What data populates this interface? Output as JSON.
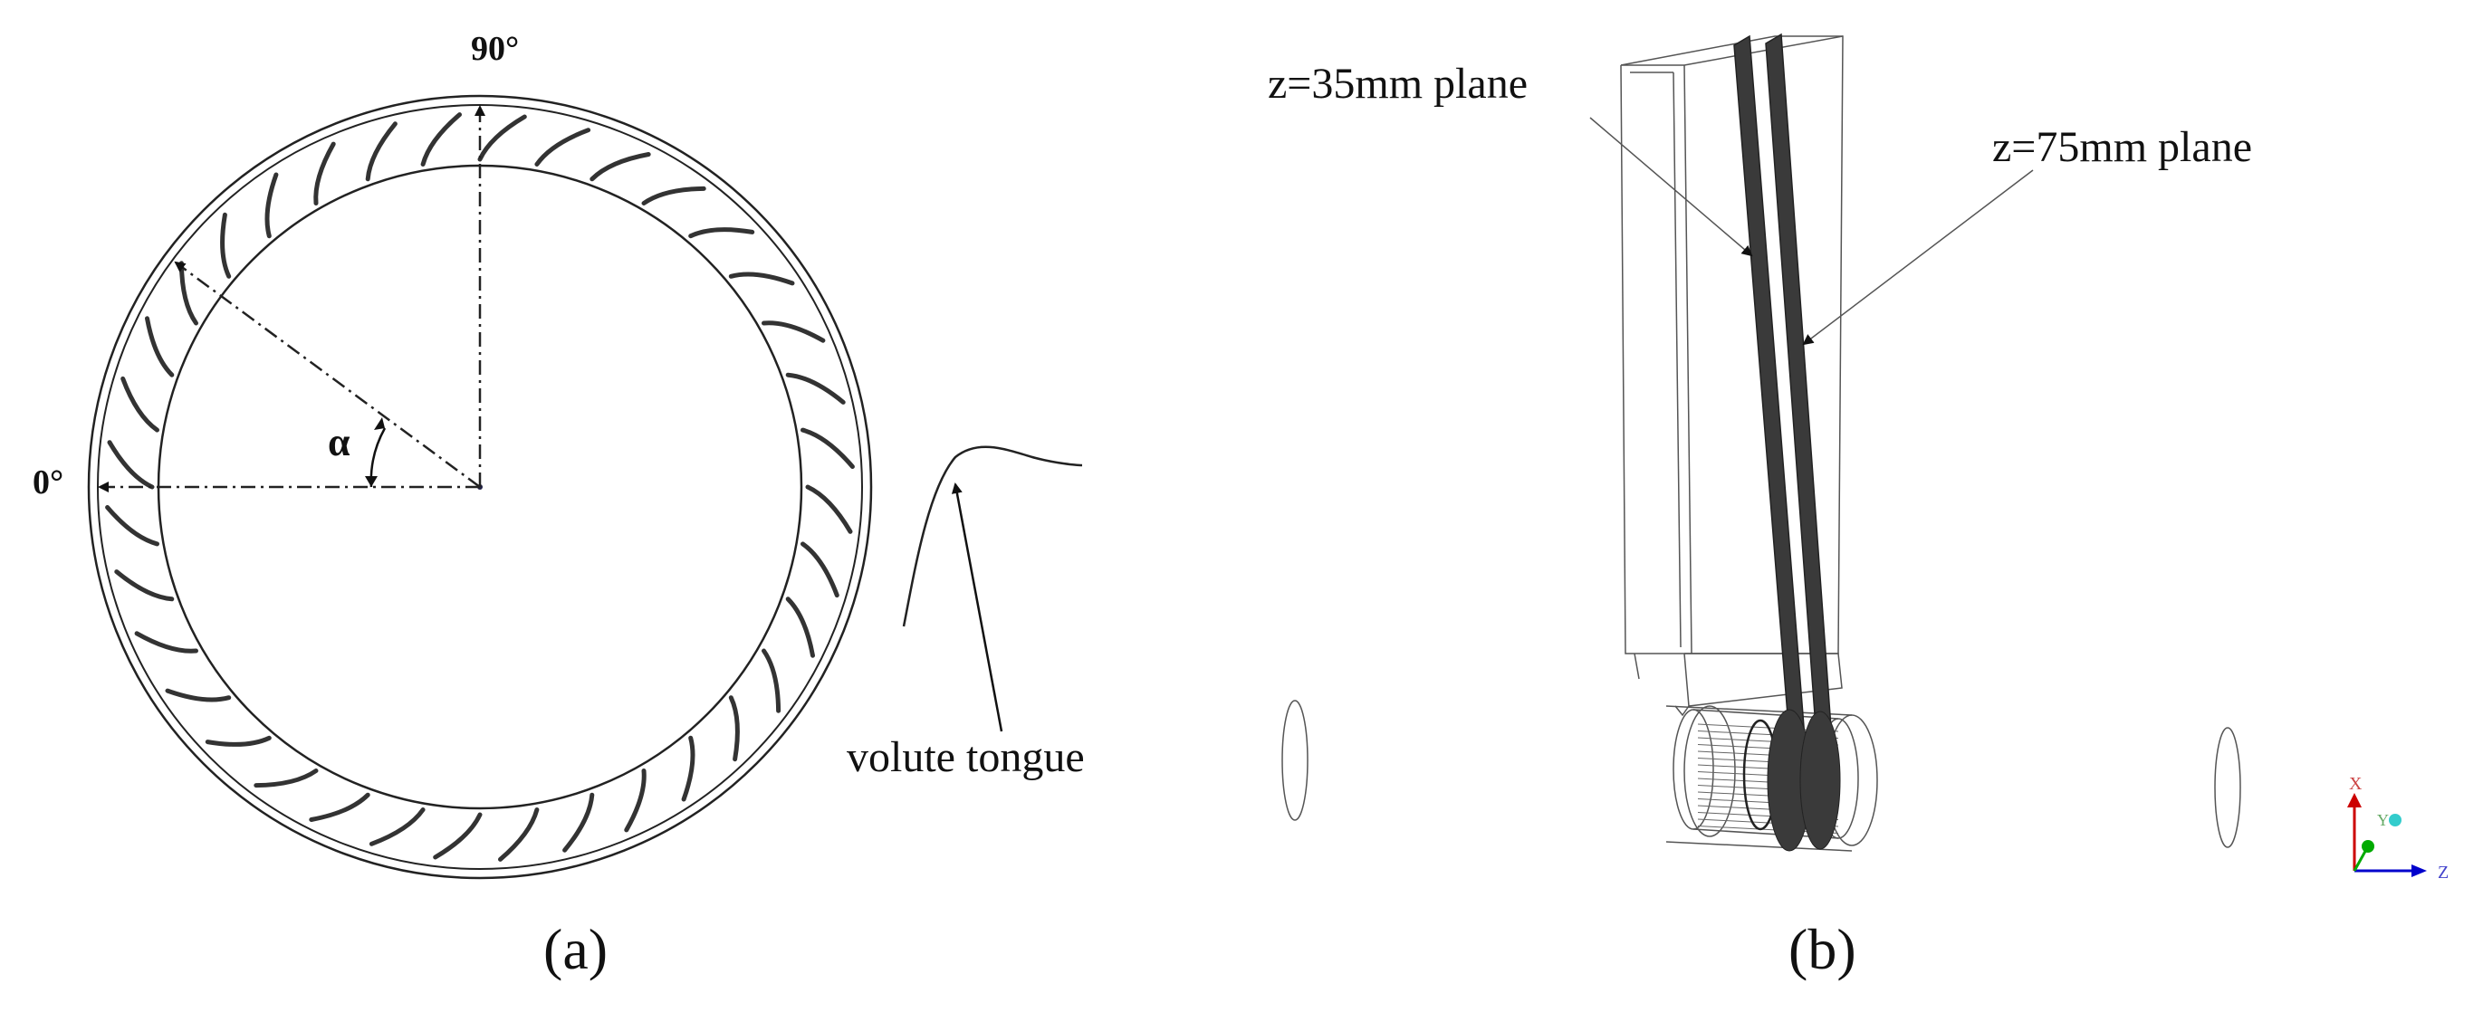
{
  "panel_a": {
    "caption": "(a)",
    "label_90": "90°",
    "label_0": "0°",
    "label_alpha": "α",
    "label_tongue": "volute tongue",
    "blade_count": 36
  },
  "panel_b": {
    "caption": "(b)",
    "label_z35": "z=35mm plane",
    "label_z75": "z=75mm plane",
    "axis_x": "X",
    "axis_y": "Y",
    "axis_z": "Z"
  },
  "colors": {
    "line": "#222222",
    "plane": "#3a3a3a",
    "axis_x": "#cc0000",
    "axis_y": "#00aa00",
    "axis_z": "#0000cc",
    "axis_dot": "#33cccc"
  }
}
